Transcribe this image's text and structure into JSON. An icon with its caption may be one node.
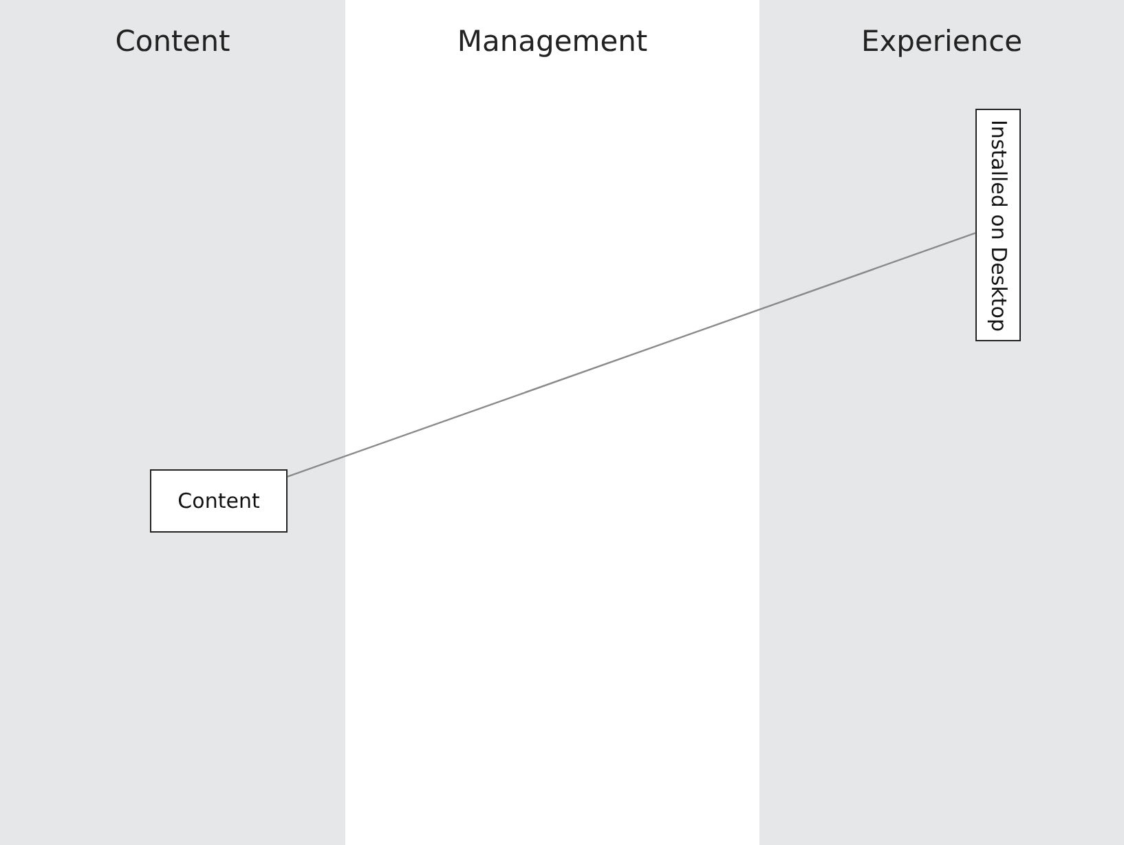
{
  "diagram": {
    "nodes": [
      {
        "text": [
          "Content"
        ]
      },
      {
        "text": [
          "Management"
        ]
      },
      {
        "text": [
          "Experience"
        ]
      },
      {
        "text": [
          "Content"
        ],
        "in": 0
      },
      {
        "text": [
          "Installed on Desktop"
        ],
        "in": 2
      }
    ],
    "edges": [
      {
        "from": 3,
        "to": 4,
        "arrow": "none"
      }
    ]
  }
}
